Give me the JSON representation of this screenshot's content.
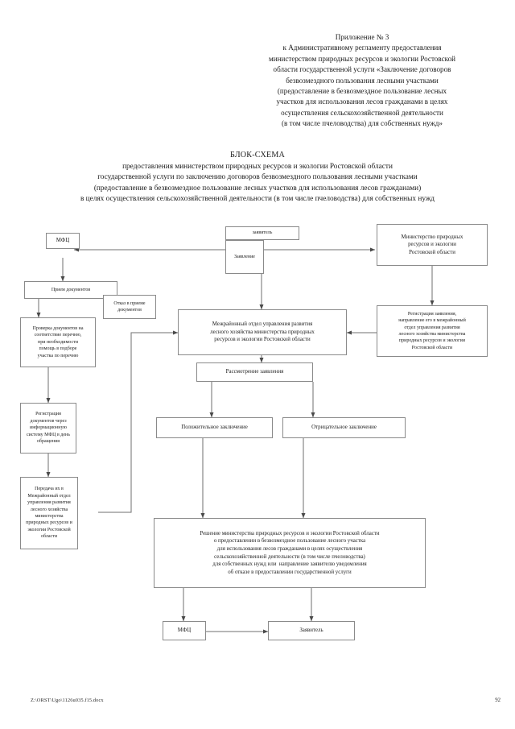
{
  "document": {
    "appendix": {
      "lines": [
        "Приложение № 3",
        "к Административному регламенту предоставления",
        "министерством природных ресурсов и экологии Ростовской",
        "области государственной услуги «Заключение договоров",
        "безвозмездного пользования лесными участками",
        "(предоставление в безвозмездное пользование лесных",
        "участков для использования лесов гражданами в целях",
        "осуществления сельскохозяйственной деятельности",
        "(в том числе пчеловодства) для собственных нужд»"
      ]
    },
    "title": {
      "heading": "БЛОК-СХЕМА",
      "lines": [
        "предоставления министерством природных ресурсов и экологии Ростовской области",
        "государственной услуги по заключению договоров безвозмездного пользования лесными участками",
        "(предоставление в безвозмездное пользование лесных участков для использования лесов гражданами)",
        "в целях осуществления сельскохозяйственной деятельности (в том числе пчеловодства) для собственных нужд"
      ]
    },
    "footer": {
      "file_path": "Z:\\ORST\\Ugo\\1126u035.f15.docx",
      "page_number": "92"
    }
  },
  "flowchart": {
    "type": "flowchart",
    "nodes": [
      {
        "id": "mfc-top",
        "label": "МФЦ"
      },
      {
        "id": "applicant-top",
        "label": "заявитель"
      },
      {
        "id": "application",
        "label": "Заявление"
      },
      {
        "id": "ministry",
        "label": "Министерство природных\nресурсов и экологии\nРостовской области"
      },
      {
        "id": "accept-docs",
        "label": "Прием документов"
      },
      {
        "id": "check-docs",
        "label": "Проверка документов на\nсоответствие перечню,\nпри необходимости\nпомощь в подборе\nучастка по перечню"
      },
      {
        "id": "refusal-accept",
        "label": "Отказ в приеме\nдокументов"
      },
      {
        "id": "interdistrict",
        "label": "Межрайонный отдел управления развития\nлесного хозяйства министерства природных\nресурсов и экологии Ростовской области"
      },
      {
        "id": "registration-app",
        "label": "Регистрация заявления,\nнаправление его в межрайонный\nотдел управления развития\nлесного хозяйства министерства\nприродных ресурсов и экологии\nРостовской области"
      },
      {
        "id": "register-mfc",
        "label": "Регистрация\nдокументов через\nинформационную\nсистему МФЦ в день\nобращения"
      },
      {
        "id": "transfer",
        "label": "Передача их в\nМежрайонный отдел\nуправления развития\nлесного хозяйства\nминистерства\nприродных ресурсов и\nэкологии Ростовской\nобласти"
      },
      {
        "id": "review",
        "label": "Рассмотрение заявления"
      },
      {
        "id": "positive",
        "label": "Положительное заключение"
      },
      {
        "id": "negative",
        "label": "Отрицательное заключение"
      },
      {
        "id": "decision",
        "label": "Решение министерства природных ресурсов и экологии Ростовской области\nо предоставлении в безвозмездное пользование лесного участка\nдля использования лесов гражданами в целях осуществления\nсельскохозяйственной деятельности (в том числе пчеловодства)\nдля собственных нужд или  направление заявителю уведомления\nоб отказе в предоставлении государственной услуги"
      },
      {
        "id": "mfc-bottom",
        "label": "МФЦ"
      },
      {
        "id": "applicant-bottom",
        "label": "Заявитель"
      }
    ]
  }
}
